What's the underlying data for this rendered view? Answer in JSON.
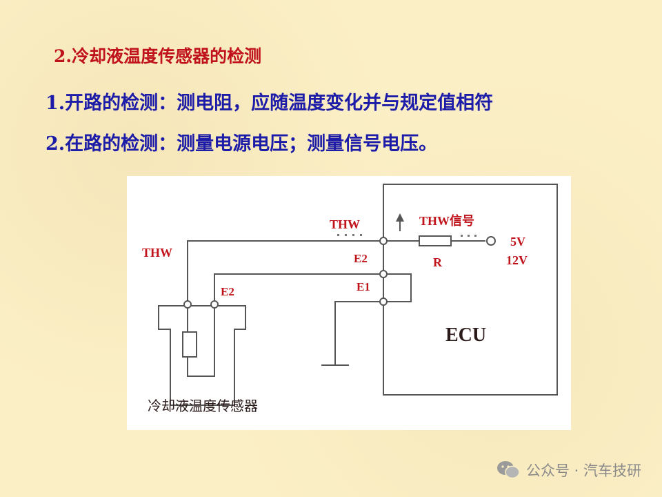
{
  "slide": {
    "title": "2.冷却液温度传感器的检测",
    "line1": "1.开路的检测：测电阻，应随温度变化并与规定值相符",
    "line2": "2.在路的检测：测量电源电压；测量信号电压。"
  },
  "diagram": {
    "labels": {
      "thw_left": "THW",
      "e2_left": "E2",
      "thw_top": "THW",
      "thw_signal": "THW信号",
      "e2_right": "E2",
      "e1_right": "E1",
      "r": "R",
      "v5": "5V",
      "v12": "12V",
      "ecu": "ECU",
      "sensor_caption": "冷却液温度传感器"
    },
    "colors": {
      "label_red": "#c0121b",
      "wire": "#555555",
      "title_red": "#c0121b",
      "text_blue": "#1c1ca8"
    }
  },
  "watermark": {
    "text": "公众号 · 汽车技研",
    "icon": "wechat-icon"
  }
}
